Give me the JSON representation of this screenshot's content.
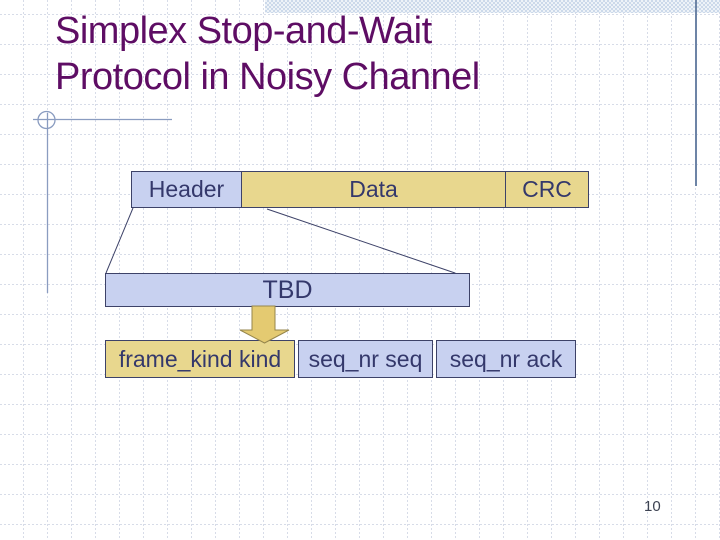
{
  "slide": {
    "title_line1": "Simplex Stop-and-Wait",
    "title_line2": "Protocol in Noisy Channel",
    "page_number": "10"
  },
  "frame_diagram": {
    "top_row": [
      {
        "label": "Header"
      },
      {
        "label": "Data"
      },
      {
        "label": "CRC"
      }
    ],
    "expanded": {
      "label": "TBD"
    },
    "fields": [
      {
        "label": "frame_kind kind"
      },
      {
        "label": "seq_nr seq"
      },
      {
        "label": "seq_nr ack"
      }
    ],
    "arrow_icon": "down-arrow"
  },
  "colors": {
    "title": "#5e0d64",
    "lavender": "#c8d1f0",
    "tan": "#e8d78e",
    "box-border": "#3d4268",
    "box-text": "#34386b",
    "arrow-fill": "#e4ca71",
    "arrow-stroke": "#96864c",
    "grid-line": "#d7dce8",
    "strip": "#ccd9ea",
    "accent-line": "#8a9cc0",
    "accent-line-strong": "#6d84a6",
    "page-number": "#3d4352"
  }
}
